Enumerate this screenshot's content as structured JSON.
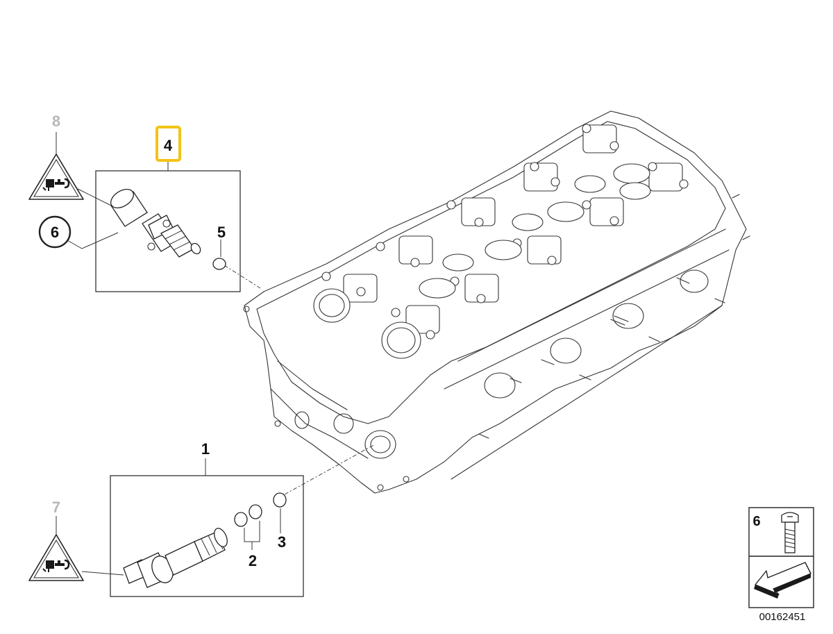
{
  "diagram": {
    "callouts": {
      "c1": "1",
      "c2": "2",
      "c3": "3",
      "c4": "4",
      "c5": "5",
      "c6": "6",
      "c7": "7",
      "c8": "8"
    },
    "legend": {
      "number": "6"
    },
    "image_id": "00162451",
    "colors": {
      "highlight": "#f2c316",
      "greyed": "#b8b8b8",
      "ink": "#111111"
    },
    "icons": [
      "warning-triangle-icon",
      "screw-icon",
      "direction-arrow-icon"
    ]
  }
}
